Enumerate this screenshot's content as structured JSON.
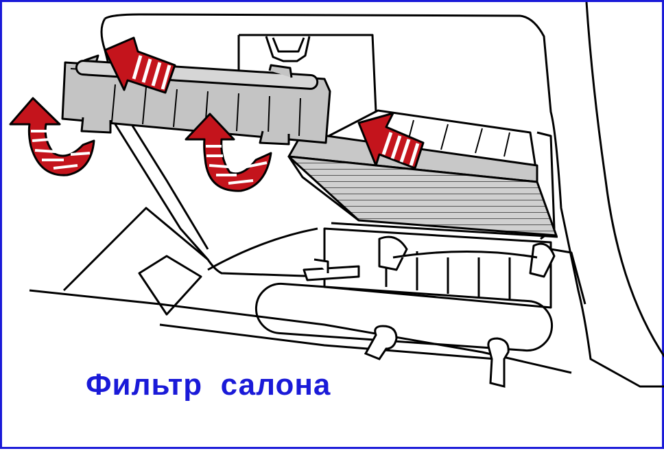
{
  "caption": "Фильтр  салона",
  "colors": {
    "frame": "#1a1ad8",
    "caption": "#1a1ad8",
    "arrow": "#c4141c",
    "filter_gray": "#c8c8c8",
    "cover_gray": "#c4c4c4",
    "outline": "#000000"
  },
  "arrows": [
    {
      "name": "lift-arrow-cover-top",
      "type": "straight"
    },
    {
      "name": "lift-arrow-filter",
      "type": "straight"
    },
    {
      "name": "rotate-arrow-left",
      "type": "curved"
    },
    {
      "name": "rotate-arrow-center",
      "type": "curved"
    }
  ]
}
